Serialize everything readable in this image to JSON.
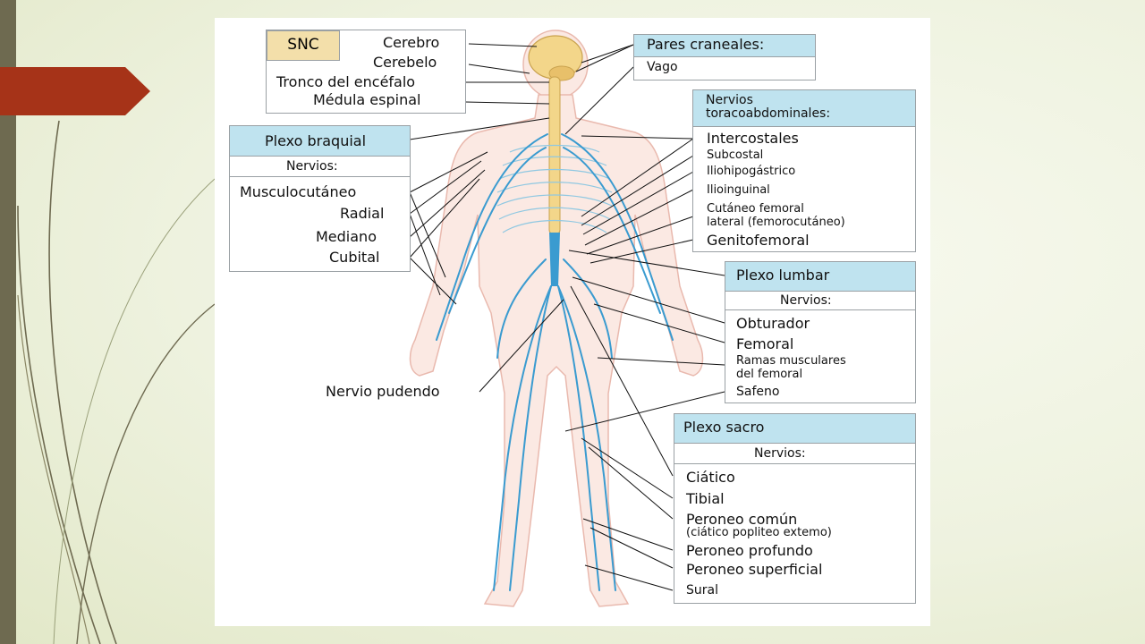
{
  "slide": {
    "accent_color": "#a63318",
    "sidebar_color": "#6e6a50"
  },
  "diagram": {
    "snc": {
      "tag": "SNC",
      "items": [
        "Cerebro",
        "Cerebelo",
        "Tronco del encéfalo",
        "Médula espinal"
      ]
    },
    "pares_craneales": {
      "header": "Pares craneales:",
      "items": [
        "Vago"
      ]
    },
    "plexo_braquial": {
      "header": "Plexo braquial",
      "subheader": "Nervios:",
      "items": [
        "Musculocutáneo",
        "Radial",
        "Mediano",
        "Cubital"
      ]
    },
    "toracoabdominales": {
      "header_line1": "Nervios",
      "header_line2": "toracoabdominales:",
      "items": [
        "Intercostales",
        "Subcostal",
        "Iliohipogástrico",
        "Ilioinguinal",
        "Cutáneo femoral",
        "lateral (femorocutáneo)",
        "Genitofemoral"
      ]
    },
    "plexo_lumbar": {
      "header": "Plexo lumbar",
      "subheader": "Nervios:",
      "items": [
        "Obturador",
        "Femoral",
        "Ramas musculares",
        "del femoral",
        "Safeno"
      ]
    },
    "nervio_pudendo": "Nervio pudendo",
    "plexo_sacro": {
      "header": "Plexo sacro",
      "subheader": "Nervios:",
      "items": [
        "Ciático",
        "Tibial",
        "Peroneo común",
        "(ciático popliteo extemo)",
        "Peroneo profundo",
        "Peroneo superficial",
        "Sural"
      ]
    }
  }
}
